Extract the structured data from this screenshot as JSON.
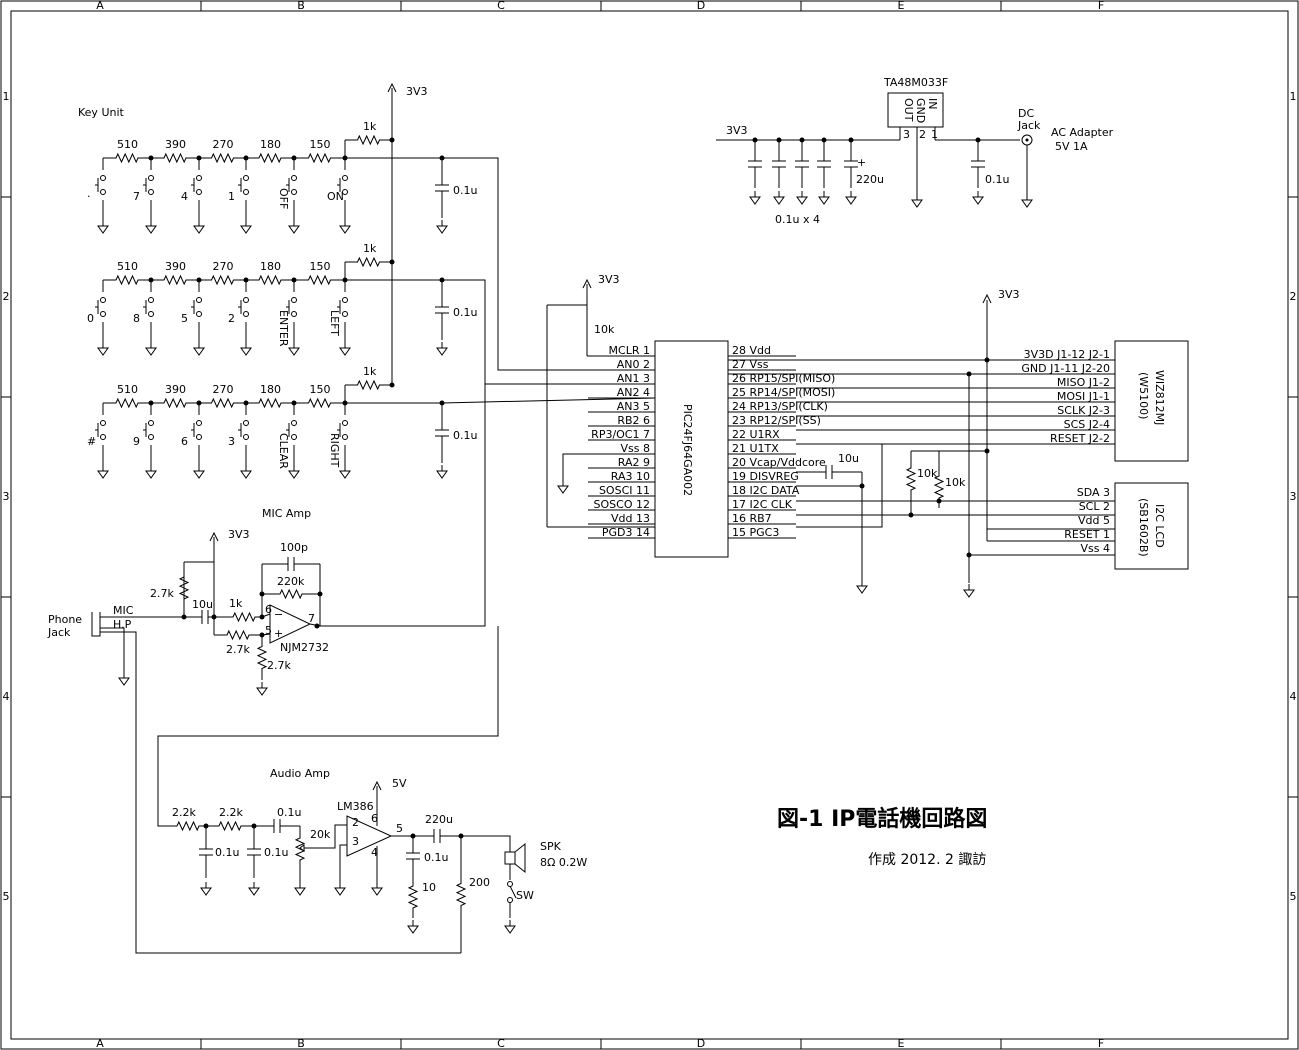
{
  "frame": {
    "columns": [
      "A",
      "B",
      "C",
      "D",
      "E",
      "F"
    ],
    "rows": [
      "1",
      "2",
      "3",
      "4",
      "5"
    ]
  },
  "title": {
    "main": "図-1  IP電話機回路図",
    "sub": "作成  2012. 2  諏訪"
  },
  "key_unit": {
    "label": "Key Unit",
    "rail": "3V3",
    "pullup": "1k",
    "series": [
      "510",
      "390",
      "270",
      "180",
      "150"
    ],
    "cap": "0.1u",
    "rows": [
      [
        "·",
        "7",
        "4",
        "1",
        "OFF",
        "ON"
      ],
      [
        "0",
        "8",
        "5",
        "2",
        "ENTER",
        "LEFT"
      ],
      [
        "#",
        "9",
        "6",
        "3",
        "CLEAR",
        "RIGHT"
      ]
    ]
  },
  "power": {
    "regulator": "TA48M033F",
    "reg_pins": [
      "IN",
      "GND",
      "OUT"
    ],
    "reg_pin_nums": [
      "3",
      "2",
      "1"
    ],
    "rail": "3V3",
    "caps_note": "0.1u x 4",
    "bulk_cap": "220u",
    "in_cap": "0.1u",
    "dc_jack": [
      "DC",
      "Jack"
    ],
    "adapter": [
      "AC Adapter",
      "5V 1A"
    ]
  },
  "mcu": {
    "name": "PIC24FJ64GA002",
    "rail": "3V3",
    "mclr_pullup": "10k",
    "left_pins": [
      "MCLR  1",
      "AN0  2",
      "AN1  3",
      "AN2  4",
      "AN3  5",
      "RB2  6",
      "RP3/OC1  7",
      "Vss   8",
      "RA2  9",
      "RA3  10",
      "SOSCI  11",
      "SOSCO  12",
      "Vdd  13",
      "PGD3  14"
    ],
    "right_pins": [
      "28 Vdd",
      "27 Vss",
      "26 RP15/SPI(MISO)",
      "25 RP14/SPI(MOSI)",
      "24 RP13/SPI(CLK)",
      "23 RP12/SPI(SS)",
      "22 U1RX",
      "21 U1TX",
      "20 Vcap/Vddcore",
      "19 DISVREG",
      "18 I2C DATA",
      "17 I2C CLK",
      "16 RB7",
      "15 PGC3"
    ],
    "vcap": "10u",
    "i2c_pullups": [
      "10k",
      "10k"
    ]
  },
  "ethernet": {
    "name": "WIZ812MJ",
    "sub": "(W5100)",
    "rail": "3V3",
    "pins": [
      "3V3D  J1-12  J2-1",
      "GND   J1-11  J2-20",
      "MISO  J1-2",
      "MOSI  J1-1",
      "SCLK  J2-3",
      "SCS   J2-4",
      "RESET  J2-2"
    ]
  },
  "lcd": {
    "name": "I2C LCD",
    "sub": "(SB1602B)",
    "pins": [
      "SDA  3",
      "SCL  2",
      "Vdd  5",
      "RESET  1",
      "Vss  4"
    ]
  },
  "mic_amp": {
    "label": "MIC Amp",
    "rail": "3V3",
    "opamp": "NJM2732",
    "pin_minus": "6",
    "pin_plus": "5",
    "pin_out": "7",
    "feedback_cap": "100p",
    "feedback_res": "220k",
    "bias": "2.7k",
    "coupling": "10u",
    "input_res": "1k",
    "plus_res": "2.7k",
    "plus_gnd_res": "2.7k",
    "jack": [
      "Phone",
      "Jack"
    ],
    "jack_pins": [
      "MIC",
      "H.P"
    ]
  },
  "audio_amp": {
    "label": "Audio Amp",
    "rail": "5V",
    "ic": "LM386",
    "filter_res": [
      "2.2k",
      "2.2k"
    ],
    "filter_caps": [
      "0.1u",
      "0.1u"
    ],
    "coupling": "0.1u",
    "volume": "20k",
    "out_cap": "220u",
    "zobel_cap": "0.1u",
    "zobel_res": "10",
    "hp_res": "200",
    "speaker": [
      "SPK",
      "8Ω 0.2W"
    ],
    "switch": "SW",
    "pins": [
      "2",
      "3",
      "6",
      "4",
      "5"
    ]
  }
}
